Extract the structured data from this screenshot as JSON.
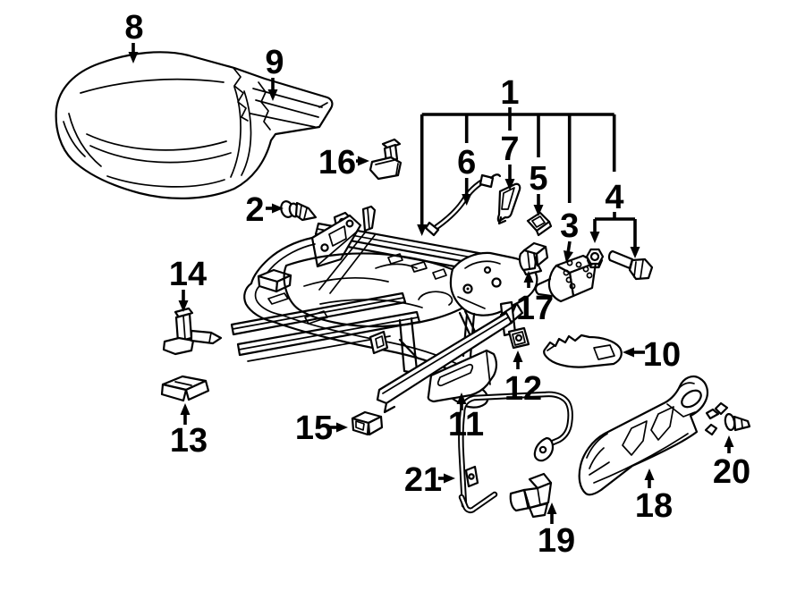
{
  "figure": {
    "kind": "exploded-parts-diagram",
    "subject": "Front seat cushion, frame, track and trim components",
    "background_color": "#ffffff",
    "line_color": "#000000"
  },
  "callouts": {
    "c1": "1",
    "c2": "2",
    "c3": "3",
    "c4": "4",
    "c5": "5",
    "c6": "6",
    "c7": "7",
    "c8": "8",
    "c9": "9",
    "c10": "10",
    "c11": "11",
    "c12": "12",
    "c13": "13",
    "c14": "14",
    "c15": "15",
    "c16": "16",
    "c17": "17",
    "c18": "18",
    "c19": "19",
    "c20": "20",
    "c21": "21"
  }
}
